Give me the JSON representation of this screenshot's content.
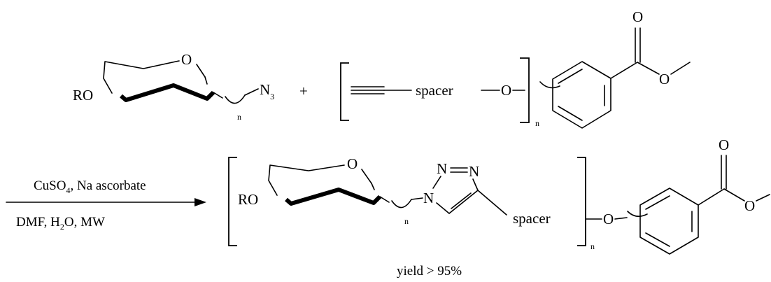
{
  "reactant_sugar": {
    "ring_oxygen": "O",
    "ro_group": "RO",
    "azide_n": "N",
    "azide_sub": "3",
    "chain_index": "n"
  },
  "plus_sign": "+",
  "reactant_linker": {
    "spacer": "spacer",
    "ether_oxygen": "O",
    "repeat_index": "n",
    "carbonyl_oxygen": "O",
    "ester_oxygen": "O"
  },
  "conditions": {
    "reagents_a": "CuSO",
    "reagents_a_sub": "4",
    "reagents_a_tail": ", Na ascorbate",
    "solvent_a": "DMF, H",
    "solvent_a_sub": "2",
    "solvent_a_tail": "O, MW"
  },
  "product": {
    "ring_oxygen": "O",
    "ro_group": "RO",
    "chain_index": "n",
    "triazole_n1": "N",
    "triazole_n2": "N",
    "triazole_n3": "N",
    "spacer": "spacer",
    "repeat_index": "n",
    "ether_oxygen": "O",
    "carbonyl_oxygen": "O",
    "ester_oxygen": "O"
  },
  "yield_text": "yield > 95%"
}
